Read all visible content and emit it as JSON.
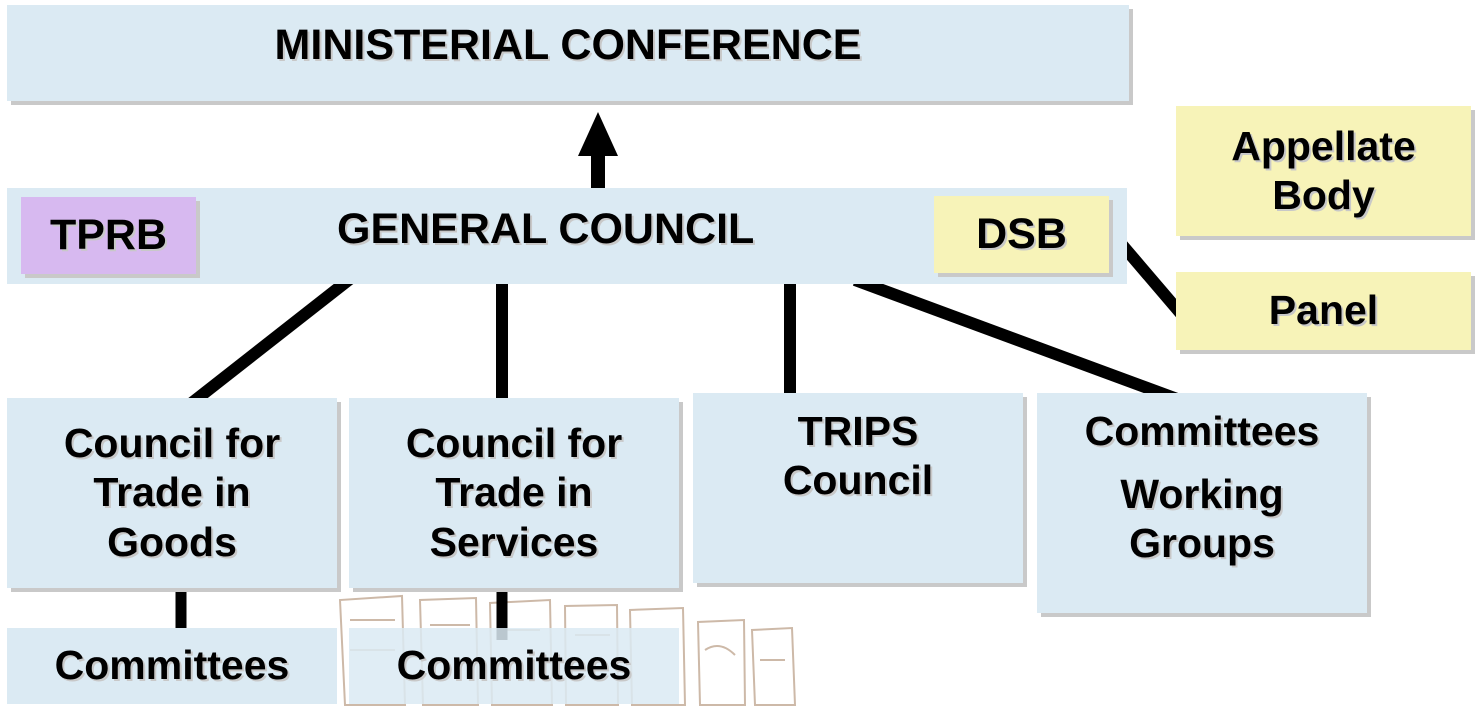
{
  "boxes": {
    "ministerial_conference": "MINISTERIAL CONFERENCE",
    "general_council": "GENERAL COUNCIL",
    "tprb": "TPRB",
    "dsb": "DSB",
    "appellate_body": [
      "Appellate",
      "Body"
    ],
    "panel": "Panel",
    "council_goods": [
      "Council for",
      "Trade in",
      "Goods"
    ],
    "council_services": [
      "Council for",
      "Trade in",
      "Services"
    ],
    "trips_council": [
      "TRIPS",
      "Council"
    ],
    "committees_wg": [
      "Committees",
      "Working",
      "Groups"
    ],
    "committees_goods": "Committees",
    "committees_services": "Committees"
  },
  "colors": {
    "body_blue": "#dbeaf3",
    "body_yellow": "#f7f3b8",
    "body_purple": "#d7b9f0",
    "connector": "#000000"
  }
}
